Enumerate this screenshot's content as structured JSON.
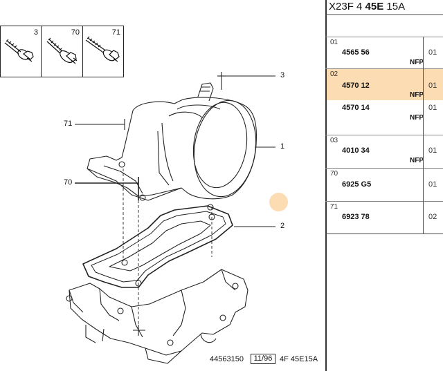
{
  "header": {
    "prefix": "X23F 4 ",
    "bold": "45E",
    "suffix": " 15A"
  },
  "fasteners": [
    {
      "number": "3",
      "icon": "short-bolt-with-washer-icon"
    },
    {
      "number": "70",
      "icon": "flange-bolt-icon"
    },
    {
      "number": "71",
      "icon": "long-flange-bolt-icon"
    }
  ],
  "callouts": {
    "c3": "3",
    "c71": "71",
    "c1": "1",
    "c70": "70",
    "c2": "2"
  },
  "footer": {
    "drawing_no": "44563150",
    "date": "11/96",
    "code": "4F 45E15A"
  },
  "marker_color": "#fcdcb2",
  "parts": [
    {
      "ref": "01",
      "part_no": "4565 56",
      "nfp": "NFP",
      "qty": "01",
      "highlight": false
    },
    {
      "ref": "02",
      "part_no": "4570 12",
      "nfp": "NFP",
      "qty": "01",
      "highlight": true
    },
    {
      "ref": "",
      "part_no": "4570 14",
      "nfp": "NFP",
      "qty": "01",
      "highlight": false
    },
    {
      "ref": "03",
      "part_no": "4010 34",
      "nfp": "NFP",
      "qty": "01",
      "highlight": false
    },
    {
      "ref": "70",
      "part_no": "6925 G5",
      "nfp": "",
      "qty": "01",
      "highlight": false
    },
    {
      "ref": "71",
      "part_no": "6923 78",
      "nfp": "",
      "qty": "02",
      "highlight": false
    }
  ]
}
